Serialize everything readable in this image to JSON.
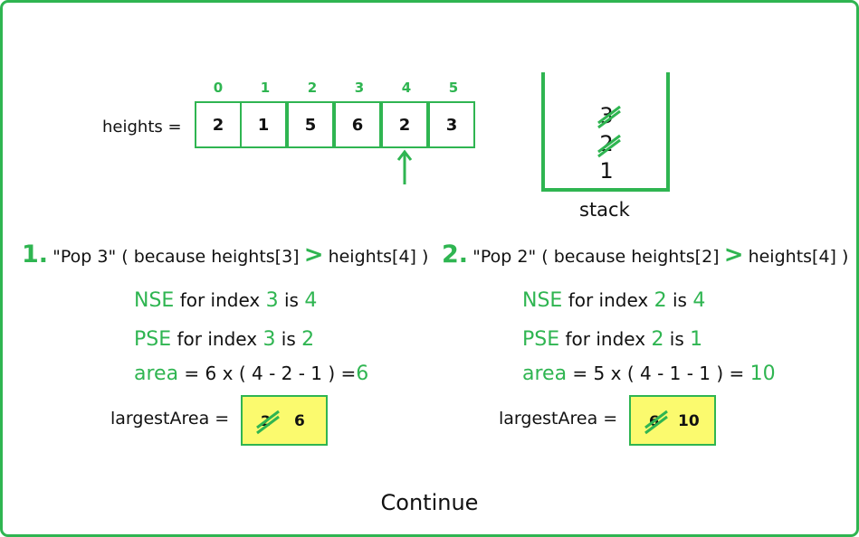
{
  "heights": {
    "label": "heights =",
    "indices": [
      "0",
      "1",
      "2",
      "3",
      "4",
      "5"
    ],
    "values": [
      "2",
      "1",
      "5",
      "6",
      "2",
      "3"
    ],
    "pointer_index": 4
  },
  "stack": {
    "label": "stack",
    "items": [
      {
        "value": "3",
        "crossed": true
      },
      {
        "value": "2",
        "crossed": true
      },
      {
        "value": "1",
        "crossed": false
      }
    ]
  },
  "steps": [
    {
      "number": "1.",
      "text_before": "\"Pop 3\" ( because heights[3]",
      "gt": ">",
      "text_after": "heights[4] )",
      "nse": {
        "label": "NSE",
        "text": "for index",
        "index": "3",
        "is": "is",
        "value": "4"
      },
      "pse": {
        "label": "PSE",
        "text": "for index",
        "index": "3",
        "is": "is",
        "value": "2"
      },
      "area": {
        "label": "area",
        "eq": "=",
        "expr": "6 x ( 4 - 2 - 1 ) =",
        "result": "6"
      },
      "largest_area": {
        "label": "largestArea =",
        "old": "2",
        "new": "6"
      }
    },
    {
      "number": "2.",
      "text_before": "\"Pop 2\" ( because heights[2]",
      "gt": ">",
      "text_after": "heights[4] )",
      "nse": {
        "label": "NSE",
        "text": "for index",
        "index": "2",
        "is": "is",
        "value": "4"
      },
      "pse": {
        "label": "PSE",
        "text": "for index",
        "index": "2",
        "is": "is",
        "value": "1"
      },
      "area": {
        "label": "area",
        "eq": "=",
        "expr": "5 x ( 4 - 1 - 1 ) =",
        "result": "10"
      },
      "largest_area": {
        "label": "largestArea =",
        "old": "6",
        "new": "10"
      }
    }
  ],
  "continue_label": "Continue",
  "colors": {
    "accent": "#2fb551",
    "highlight": "#fbfa6e"
  }
}
